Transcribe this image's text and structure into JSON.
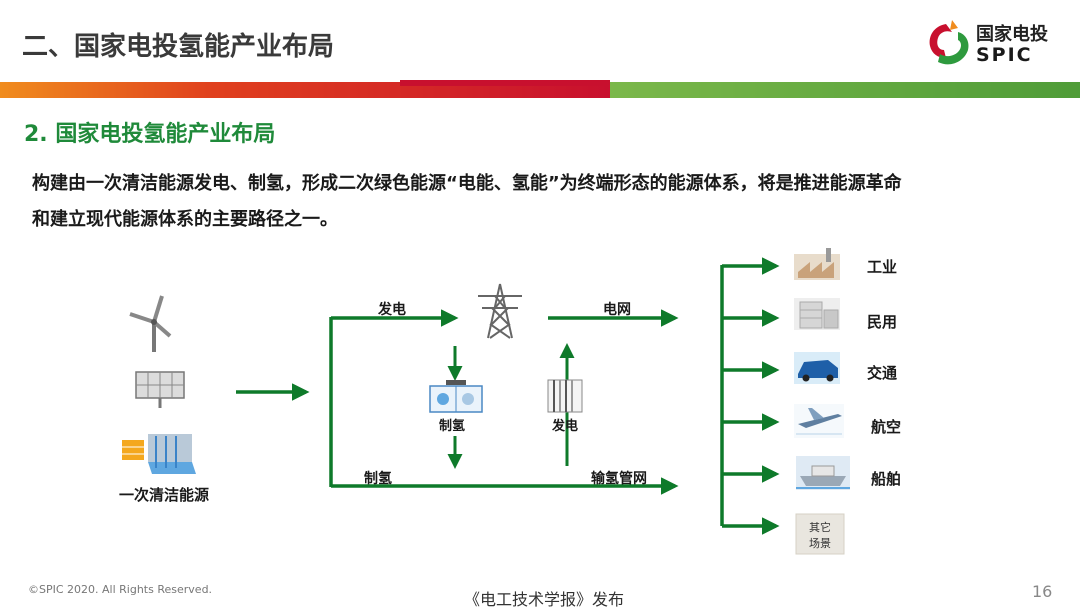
{
  "header": {
    "title": "二、国家电投氢能产业布局",
    "logo_cn": "国家电投",
    "logo_en": "SPIC"
  },
  "colors": {
    "accent_green": "#1f8a3a",
    "arrow_green": "#0e7a2a",
    "band_red": "#c8102e",
    "band_orange": "#f08c1e",
    "band_green": "#5aa83a"
  },
  "content": {
    "subtitle": "2. 国家电投氢能产业布局",
    "paragraph_line1": "构建由一次清洁能源发电、制氢，形成二次绿色能源“电能、氢能”为终端形态的能源体系，将是推进能源革命",
    "paragraph_line2": "和建立现代能源体系的主要路径之一。"
  },
  "diagram": {
    "source_label": "一次清洁能源",
    "source_icons": [
      "wind-turbine-icon",
      "solar-panel-icon",
      "hydropower-dam-icon"
    ],
    "branch_upper_label": "发电",
    "branch_lower_label": "制氢",
    "tower_icon": "transmission-tower-icon",
    "grid_label": "电网",
    "pipeline_label": "输氢管网",
    "electrolyzer_label": "制氢",
    "fuel_cell_label": "发电",
    "end_uses": [
      {
        "label": "工业",
        "icon": "factory-icon"
      },
      {
        "label": "民用",
        "icon": "building-icon"
      },
      {
        "label": "交通",
        "icon": "car-icon"
      },
      {
        "label": "航空",
        "icon": "airplane-icon"
      },
      {
        "label": "船舶",
        "icon": "ship-icon"
      },
      {
        "label": "其它场景",
        "line1": "其它",
        "line2": "场景",
        "icon": "text-box-icon"
      }
    ]
  },
  "footer": {
    "copyright": "©SPIC 2020. All Rights Reserved.",
    "source": "《电工技术学报》发布",
    "page": "16"
  }
}
